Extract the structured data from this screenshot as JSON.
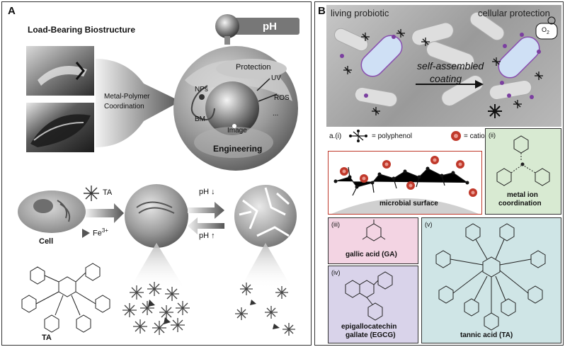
{
  "panel_a": {
    "letter": "A",
    "biostructure_title": "Load-Bearing Biostructure",
    "coordination_label_1": "Metal-Polymer",
    "coordination_label_2": "Coordination",
    "ph_label": "pH",
    "protection": "Protection",
    "nps": "NPs",
    "uv": "UV",
    "ros": "ROS",
    "bm": "BM",
    "image": "Image",
    "dots": "...",
    "engineering": "Engineering",
    "ta_label": "TA",
    "fe_label": "Fe",
    "fe_sup": "3+",
    "cell_label": "Cell",
    "ph_down": "pH",
    "ph_up": "pH",
    "ta_bottom": "TA"
  },
  "panel_b": {
    "letter": "B",
    "living_probiotic": "living probiotic",
    "cellular_protection": "cellular protection",
    "o2": "O",
    "o2_sub": "2",
    "self_assembled_1": "self-assembled",
    "self_assembled_2": "coating",
    "ai_label": "a.(i)",
    "polyphenol_legend": "= polyphenol",
    "cation_legend": "= cation",
    "microbial_surface": "microbial surface",
    "ii_label": "(ii)",
    "metal_ion_1": "metal ion",
    "metal_ion_2": "coordination",
    "iii_label": "(iii)",
    "gallic_acid": "gallic acid (GA)",
    "iv_label": "(iv)",
    "egcg_1": "epigallocatechin",
    "egcg_2": "gallate (EGCG)",
    "v_label": "(v)",
    "tannic_acid": "tannic acid (TA)"
  },
  "colors": {
    "cation_red": "#c0392b",
    "purple_dot": "#7b3fa0",
    "panel_ii_bg": "#d8ead2",
    "panel_iii_bg": "#f3d4e3",
    "panel_iv_bg": "#d9d3ea",
    "panel_v_bg": "#cfe5e6",
    "red_box": "#c0392b"
  }
}
